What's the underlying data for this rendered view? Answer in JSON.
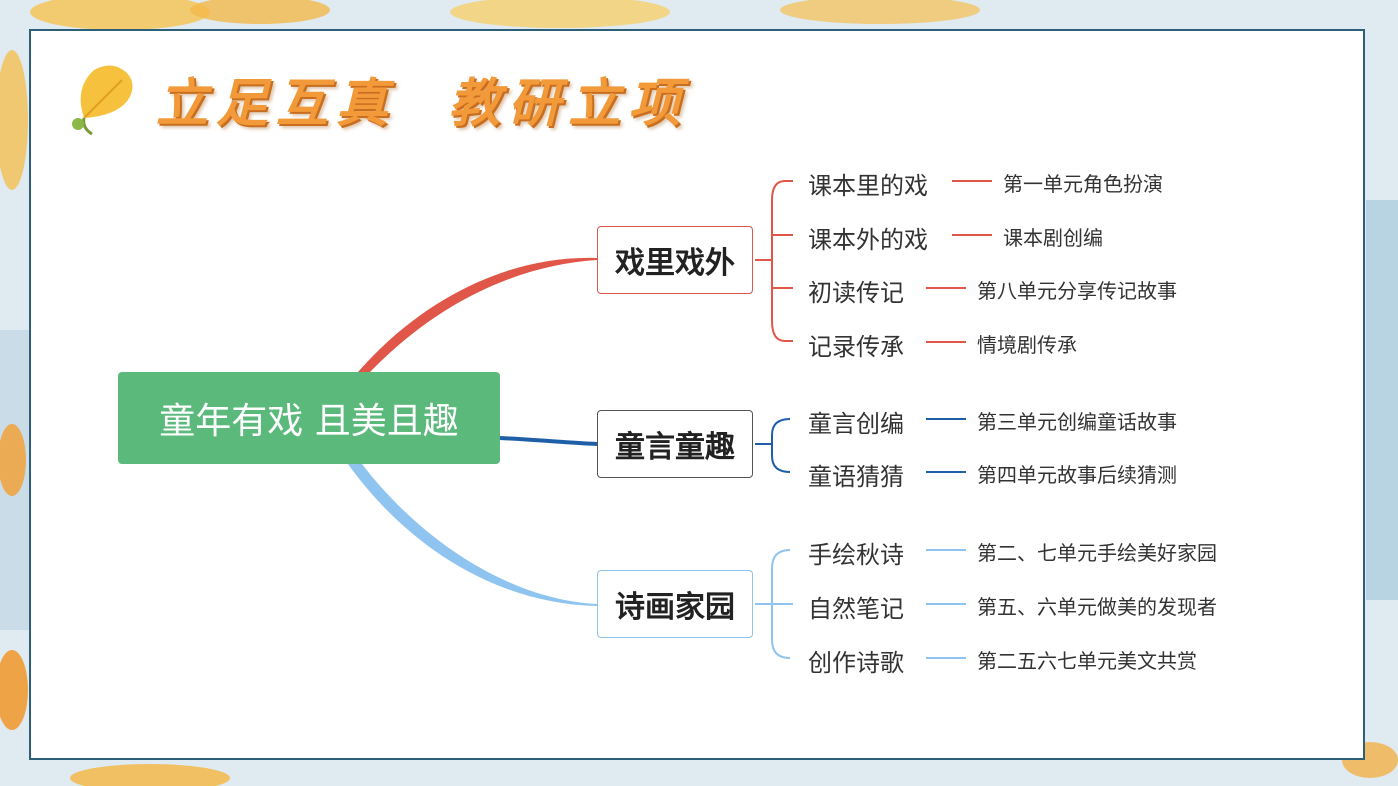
{
  "title": "立足互真  教研立项",
  "root": {
    "label": "童年有戏 且美且趣"
  },
  "branches": [
    {
      "label": "戏里戏外",
      "color": "#e0574a",
      "items": [
        {
          "label": "课本里的戏",
          "leaf": "第一单元角色扮演"
        },
        {
          "label": "课本外的戏",
          "leaf": "课本剧创编"
        },
        {
          "label": "初读传记",
          "leaf": "第八单元分享传记故事"
        },
        {
          "label": "记录传承",
          "leaf": "情境剧传承"
        }
      ]
    },
    {
      "label": "童言童趣",
      "color": "#1f5fa8",
      "items": [
        {
          "label": "童言创编",
          "leaf": "第三单元创编童话故事"
        },
        {
          "label": "童语猜猜",
          "leaf": "第四单元故事后续猜测"
        }
      ]
    },
    {
      "label": "诗画家园",
      "color": "#8ec4ef",
      "items": [
        {
          "label": "手绘秋诗",
          "leaf": "第二、七单元手绘美好家园"
        },
        {
          "label": "自然笔记",
          "leaf": "第五、六单元做美的发现者"
        },
        {
          "label": "创作诗歌",
          "leaf": "第二五六七单元美文共赏"
        }
      ]
    }
  ]
}
